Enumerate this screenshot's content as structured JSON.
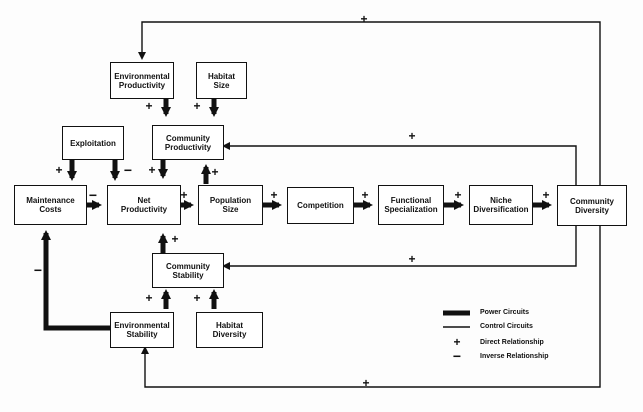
{
  "boxes": {
    "env_productivity": {
      "line1": "Environmental",
      "line2": "Productivity"
    },
    "habitat_size": {
      "line1": "Habitat",
      "line2": "Size"
    },
    "exploitation": {
      "line1": "Exploitation",
      "line2": ""
    },
    "community_productivity": {
      "line1": "Community",
      "line2": "Productivity"
    },
    "maintenance_costs": {
      "line1": "Maintenance",
      "line2": "Costs"
    },
    "net_productivity": {
      "line1": "Net",
      "line2": "Productivity"
    },
    "population_size": {
      "line1": "Population",
      "line2": "Size"
    },
    "competition": {
      "line1": "Competition",
      "line2": ""
    },
    "functional_specialization": {
      "line1": "Functional",
      "line2": "Specialization"
    },
    "niche_diversification": {
      "line1": "Niche",
      "line2": "Diversification"
    },
    "community_diversity": {
      "line1": "Community",
      "line2": "Diversity"
    },
    "community_stability": {
      "line1": "Community",
      "line2": "Stability"
    },
    "env_stability": {
      "line1": "Environmental",
      "line2": "Stability"
    },
    "habitat_diversity": {
      "line1": "Habitat",
      "line2": "Diversity"
    }
  },
  "signs": {
    "plus": "+",
    "minus": "−"
  },
  "legend": {
    "power": "Power Circuits",
    "control": "Control Circuits",
    "direct": "Direct Relationship",
    "inverse": "Inverse Relationship",
    "plus": "+",
    "minus": "−"
  }
}
